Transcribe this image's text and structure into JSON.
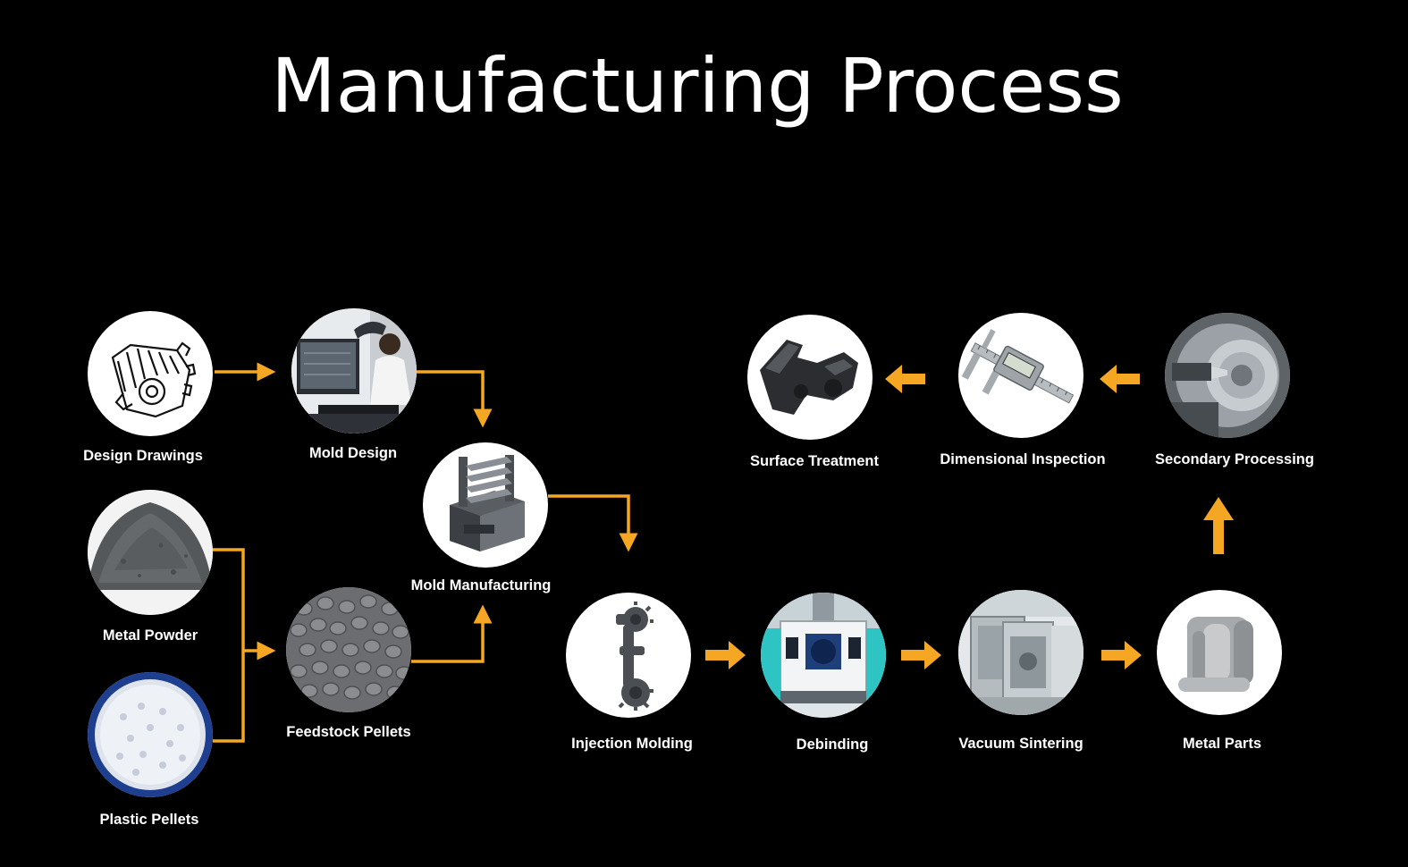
{
  "title": "Manufacturing Process",
  "colors": {
    "background": "#000000",
    "arrow": "#f5a623",
    "node_fill": "#ffffff",
    "text": "#ffffff"
  },
  "steps": [
    {
      "id": "design-drawings",
      "label": "Design Drawings",
      "icon": "gear-drawing-icon"
    },
    {
      "id": "mold-design",
      "label": "Mold Design",
      "icon": "computer-workstation-icon"
    },
    {
      "id": "metal-powder",
      "label": "Metal Powder",
      "icon": "powder-pile-icon"
    },
    {
      "id": "plastic-pellets",
      "label": "Plastic Pellets",
      "icon": "plastic-granules-icon"
    },
    {
      "id": "feedstock-pellets",
      "label": "Feedstock Pellets",
      "icon": "feedstock-granules-icon"
    },
    {
      "id": "mold-manufacturing",
      "label": "Mold Manufacturing",
      "icon": "mold-block-icon"
    },
    {
      "id": "injection-molding",
      "label": "Injection Molding",
      "icon": "molded-part-icon"
    },
    {
      "id": "debinding",
      "label": "Debinding",
      "icon": "debinding-machine-icon"
    },
    {
      "id": "vacuum-sintering",
      "label": "Vacuum Sintering",
      "icon": "sintering-furnace-icon"
    },
    {
      "id": "metal-parts",
      "label": "Metal Parts",
      "icon": "metal-part-icon"
    },
    {
      "id": "secondary-processing",
      "label": "Secondary Processing",
      "icon": "cnc-machining-icon"
    },
    {
      "id": "dimensional-inspection",
      "label": "Dimensional Inspection",
      "icon": "caliper-icon"
    },
    {
      "id": "surface-treatment",
      "label": "Surface Treatment",
      "icon": "finished-part-icon"
    }
  ]
}
